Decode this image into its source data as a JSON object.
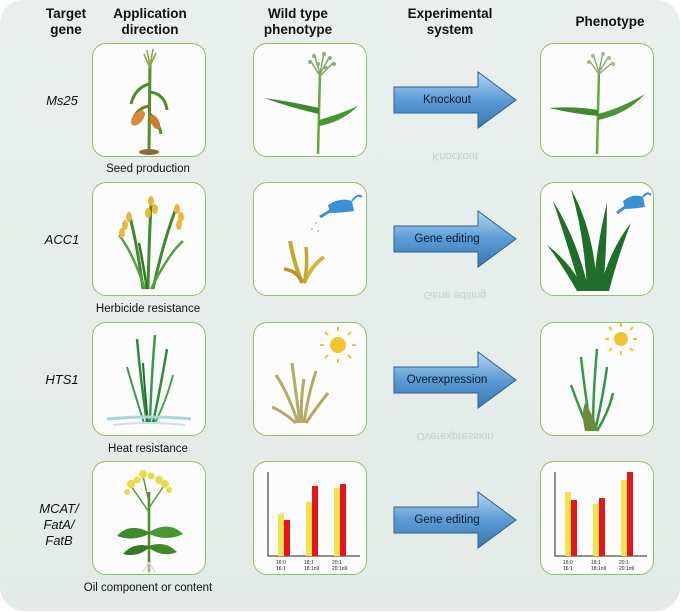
{
  "headers": {
    "target_gene": "Target gene",
    "application_direction": "Application direction",
    "wild_type_phenotype": "Wild type phenotype",
    "experimental_system": "Experimental system",
    "phenotype": "Phenotype"
  },
  "rows": [
    {
      "gene": "Ms25",
      "application": "Seed production",
      "system": "Knockout"
    },
    {
      "gene": "ACC1",
      "application": "Herbicide resistance",
      "system": "Gene editing"
    },
    {
      "gene": "HTS1",
      "application": "Heat resistance",
      "system": "Overexpression"
    },
    {
      "gene": "MCAT/ FatA/ FatB",
      "application": "Oil component or content",
      "system": "Gene editing"
    }
  ],
  "colors": {
    "box_border": "#8dc26a",
    "arrow_fill": "#5b9bd5",
    "bar_yellow": "#f5e14a",
    "bar_red": "#e8141b"
  },
  "chart_labels": {
    "tick_1": "16:0",
    "tick_2": "18:1",
    "tick_3": "20:1",
    "sub_1": "16:1",
    "sub_2": "18:1n9",
    "sub_3": "20:1n9"
  }
}
